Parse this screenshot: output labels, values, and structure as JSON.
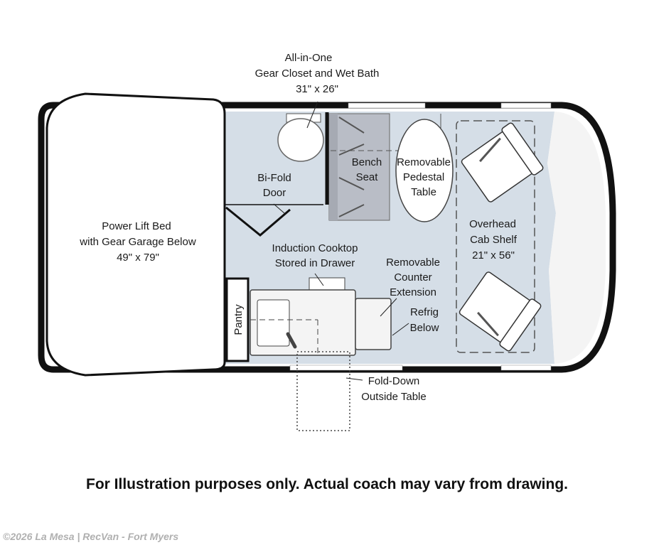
{
  "floorplan": {
    "labels": {
      "bath_title": "All-in-One",
      "bath_line2": "Gear Closet and Wet Bath",
      "bath_size": "31\" x 26\"",
      "bifold_1": "Bi-Fold",
      "bifold_2": "Door",
      "bench_1": "Bench",
      "bench_2": "Seat",
      "table_1": "Removable",
      "table_2": "Pedestal",
      "table_3": "Table",
      "bed_1": "Power Lift Bed",
      "bed_2": "with Gear Garage Below",
      "bed_3": "49\" x 79\"",
      "cooktop_1": "Induction Cooktop",
      "cooktop_2": "Stored in Drawer",
      "counter_1": "Removable",
      "counter_2": "Counter",
      "counter_3": "Extension",
      "refrig_1": "Refrig",
      "refrig_2": "Below",
      "shelf_1": "Overhead",
      "shelf_2": "Cab Shelf",
      "shelf_3": "21\" x 56\"",
      "pantry": "Pantry",
      "outside_1": "Fold-Down",
      "outside_2": "Outside Table"
    },
    "colors": {
      "interior": "#d5dee7",
      "bench": "#b9bdc6",
      "wall": "#111111"
    }
  },
  "disclaimer": "For Illustration purposes only.  Actual coach may vary from drawing.",
  "copyright": "©2026 La Mesa | RecVan - Fort Myers"
}
